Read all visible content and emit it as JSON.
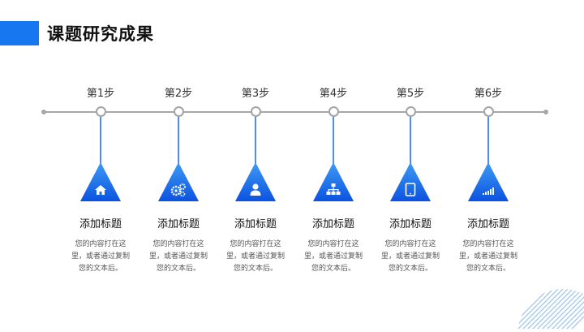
{
  "header": {
    "title": "课题研究成果"
  },
  "steps": [
    {
      "label": "第1步",
      "heading": "添加标题",
      "desc": "您的内容打在这里，或者通过复制您的文本后。",
      "icon": "home-icon"
    },
    {
      "label": "第2步",
      "heading": "添加标题",
      "desc": "您的内容打在这里，或者通过复制您的文本后。",
      "icon": "gears-icon"
    },
    {
      "label": "第3步",
      "heading": "添加标题",
      "desc": "您的内容打在这里，或者通过复制您的文本后。",
      "icon": "user-icon"
    },
    {
      "label": "第4步",
      "heading": "添加标题",
      "desc": "您的内容打在这里，或者通过复制您的文本后。",
      "icon": "hierarchy-icon"
    },
    {
      "label": "第5步",
      "heading": "添加标题",
      "desc": "您的内容打在这里，或者通过复制您的文本后。",
      "icon": "tablet-icon"
    },
    {
      "label": "第6步",
      "heading": "添加标题",
      "desc": "您的内容打在这里，或者通过复制您的文本后。",
      "icon": "signal-icon"
    }
  ],
  "colors": {
    "accent": "#1677f0",
    "triangle_light": "#3d9cf5",
    "triangle_dark": "#0c52e0",
    "timeline": "#a7a7a7",
    "hatch": "#9ec8f5"
  }
}
